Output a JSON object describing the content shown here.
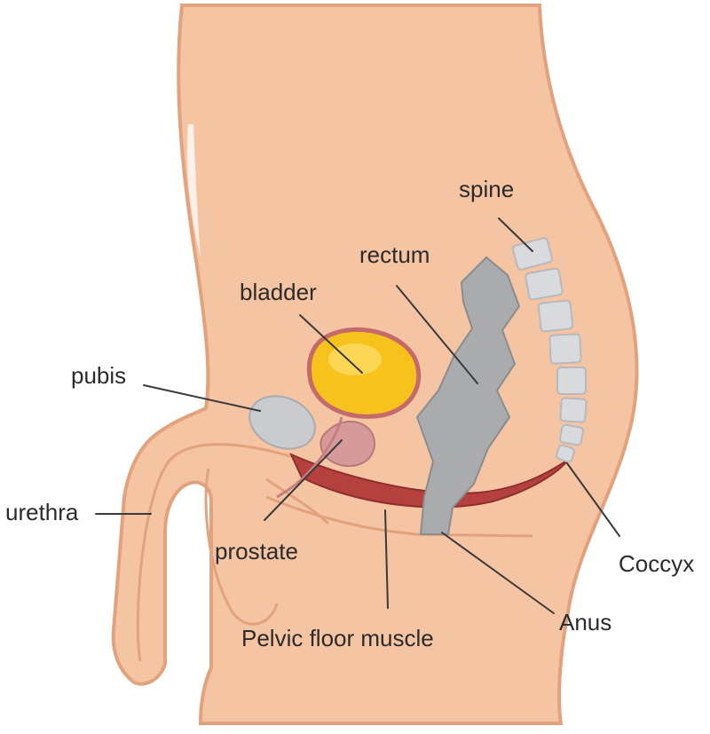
{
  "labels": {
    "spine": "spine",
    "rectum": "rectum",
    "bladder": "bladder",
    "pubis": "pubis",
    "urethra": "urethra",
    "prostate": "prostate",
    "coccyx": "Coccyx",
    "anus": "Anus",
    "pelvic_floor": "Pelvic floor muscle"
  },
  "colors": {
    "skin": "#f5c4a2",
    "skin_outline": "#e3a27e",
    "bladder_fill": "#f7c21c",
    "bladder_outline": "#c46a6a",
    "pubis": "#c9cbce",
    "prostate": "#d79a9a",
    "muscle": "#b5413f",
    "rectum": "#a9abad",
    "spine": "#d8dadd"
  }
}
